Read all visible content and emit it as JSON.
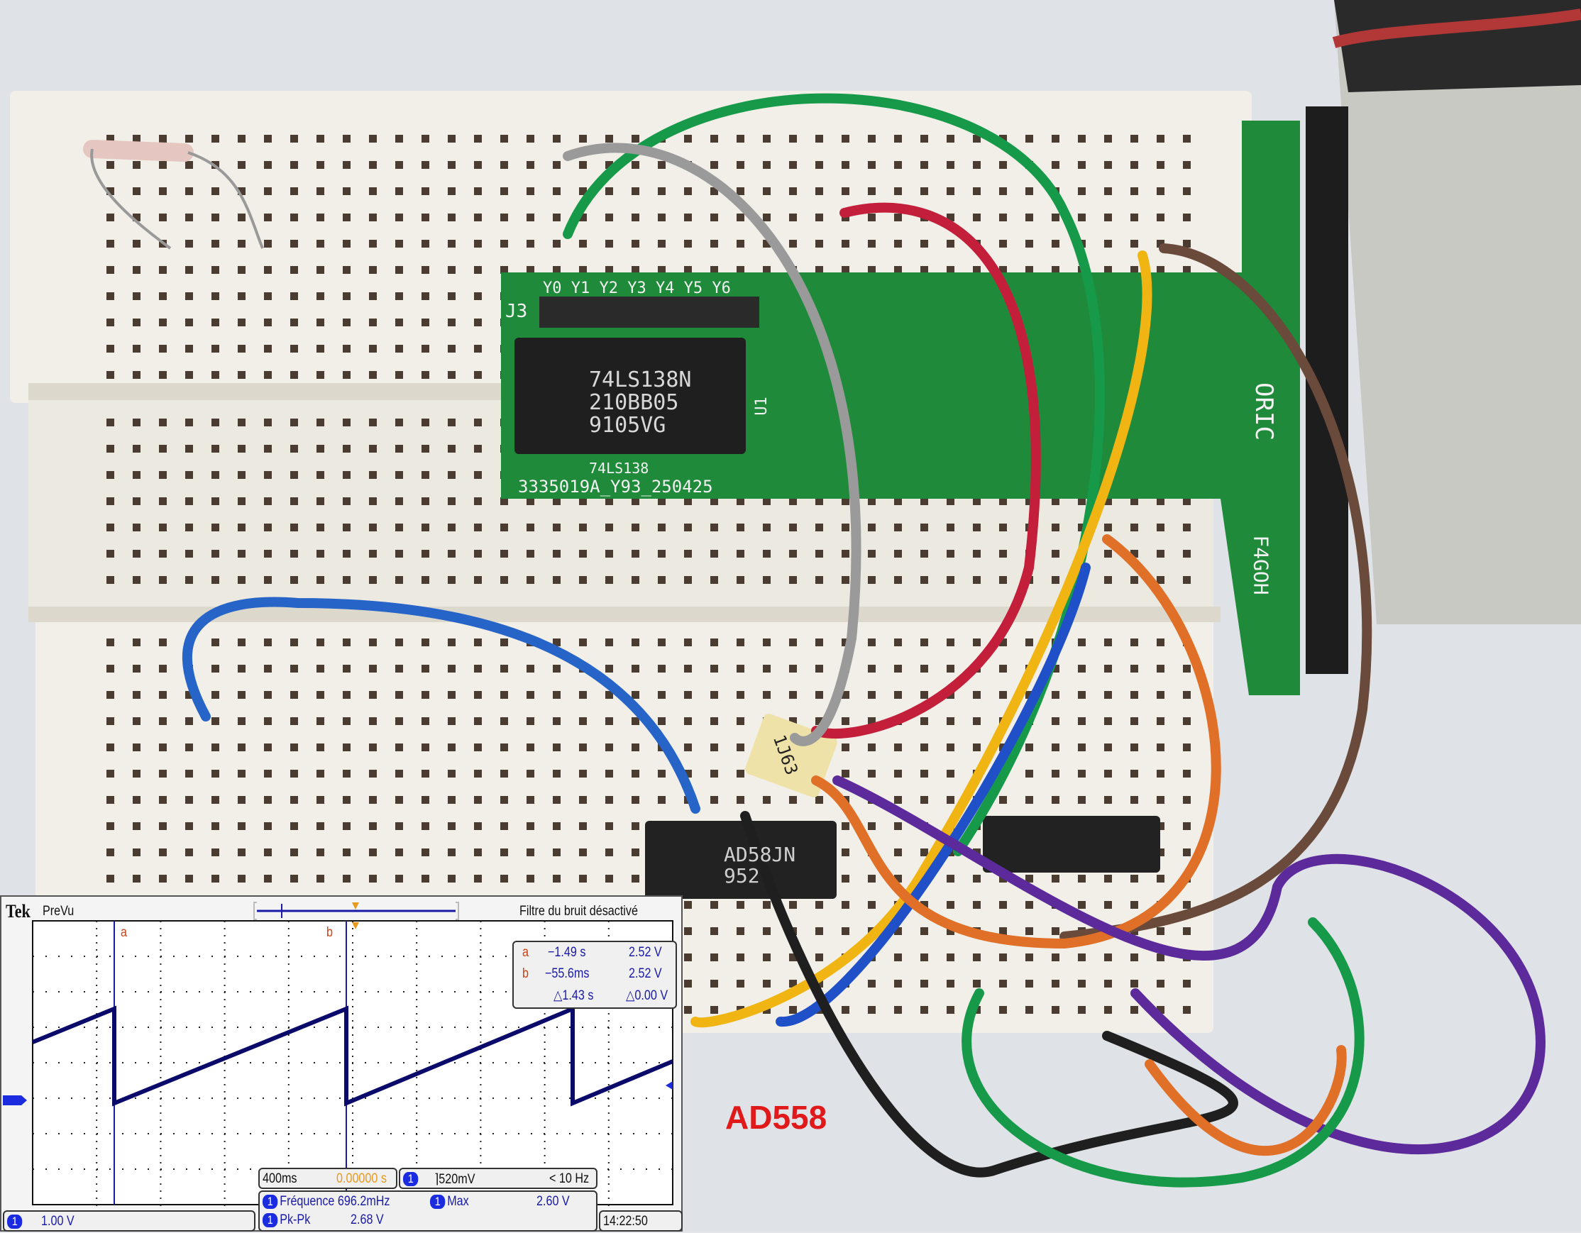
{
  "photo": {
    "pcb": {
      "connector_label": "J3",
      "pin_labels": "Y0 Y1 Y2 Y3 Y4 Y5 Y6",
      "chip_marking": [
        "74LS138N",
        "210BB05",
        "9105VG"
      ],
      "silkscreen_chip": "74LS138",
      "chip_ref": "U1",
      "serial": "3335019A_Y93_250425",
      "brand": "ORIC",
      "author": "F4GOH"
    },
    "dac_chip": {
      "marking": [
        "AD5",
        "8JN",
        "952"
      ]
    },
    "capacitor_marking": "1J63",
    "caption": "AD558"
  },
  "scope": {
    "brand": "Tek",
    "mode": "PreVu",
    "noise_filter": "Filtre du bruit désactivé",
    "cursor_a_label": "a",
    "cursor_b_label": "b",
    "cursors": {
      "a_time": "−1.49 s",
      "a_volt": "2.52 V",
      "b_time": "−55.6ms",
      "b_volt": "2.52 V",
      "delta_time": "△1.43 s",
      "delta_volt": "△0.00 V"
    },
    "channel": "1",
    "timebase": "400ms",
    "trigger_position": "0.00000 s",
    "trigger_level": "⌉520mV",
    "trigger_freq": "< 10 Hz",
    "measurements": [
      {
        "name": "Fréquence",
        "value": "696.2mHz"
      },
      {
        "name": "Max",
        "value": "2.60 V"
      },
      {
        "name": "Pk-Pk",
        "value": "2.68 V"
      }
    ],
    "volts_per_div": "1.00 V",
    "clock": "14:22:50"
  }
}
